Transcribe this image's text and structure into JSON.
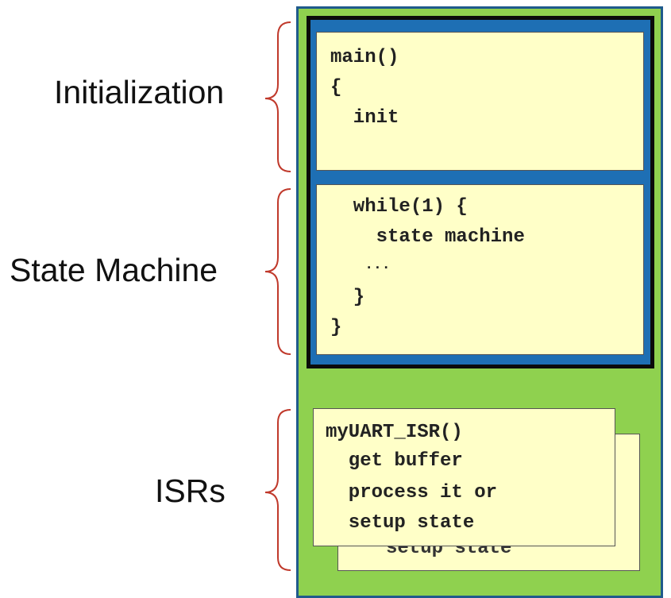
{
  "labels": {
    "initialization": "Initialization",
    "state_machine": "State Machine",
    "isrs": "ISRs"
  },
  "init_box": {
    "lines": [
      "main()",
      "{",
      "  init"
    ]
  },
  "loop_box": {
    "lines": [
      "  while(1) {",
      "    state machine",
      "    ...",
      "  }",
      "}"
    ]
  },
  "isr_card": {
    "lines": [
      "myUART_ISR()",
      "  get buffer",
      "  process it or",
      "  setup state"
    ]
  },
  "isr_card_back": {
    "visible_line": "setup state"
  },
  "colors": {
    "outer_fill": "#8fd14f",
    "frame_fill": "#1e6fb4",
    "code_fill": "#ffffc8",
    "brace": "#c0392b"
  }
}
